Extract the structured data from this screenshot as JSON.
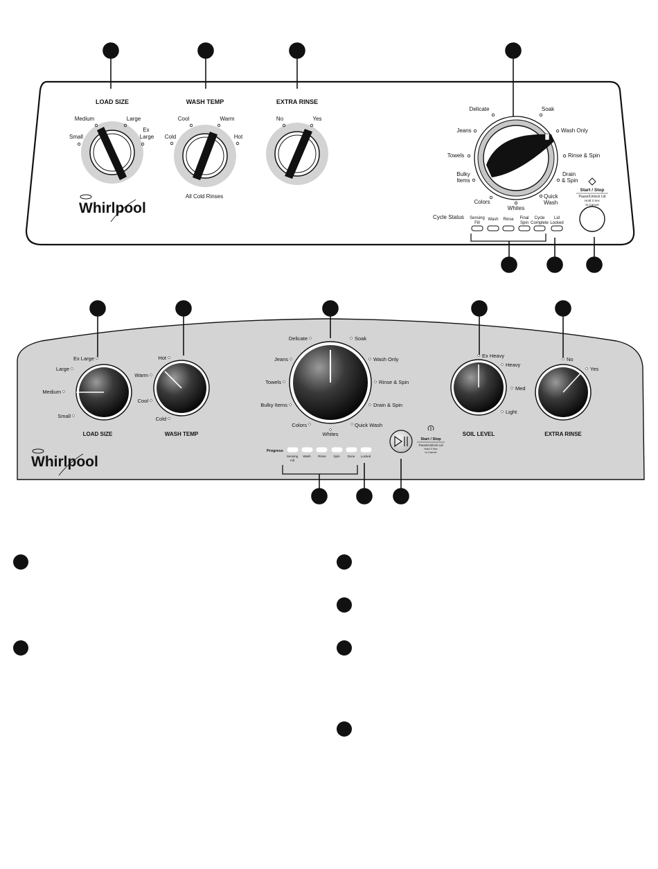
{
  "panel1": {
    "knobs": {
      "load_size": {
        "title": "LOAD SIZE",
        "small": "Small",
        "medium": "Medium",
        "large": "Large",
        "ex": "Ex",
        "large2": "Large"
      },
      "wash_temp": {
        "title": "WASH TEMP",
        "cold": "Cold",
        "cool": "Cool",
        "warm": "Warm",
        "hot": "Hot",
        "note": "All Cold Rinses"
      },
      "extra_rinse": {
        "title": "EXTRA RINSE",
        "no": "No",
        "yes": "Yes"
      }
    },
    "brand": "Whirlpool",
    "cycles": {
      "delicate": "Delicate",
      "soak": "Soak",
      "jeans": "Jeans",
      "wash_only": "Wash Only",
      "towels": "Towels",
      "rinse_spin": "Rinse & Spin",
      "bulky1": "Bulky",
      "bulky2": "Items",
      "drain1": "Drain",
      "drain2": "& Spin",
      "colors": "Colors",
      "whites": "Whites",
      "quick1": "Quick",
      "quick2": "Wash"
    },
    "cycle_status": {
      "label": "Cycle Status",
      "sensing1": "Sensing",
      "sensing2": "Fill",
      "wash": "Wash",
      "rinse": "Rinse",
      "final1": "Final",
      "final2": "Spin",
      "cycle1": "Cycle",
      "cycle2": "Complete",
      "lid1": "Lid",
      "lid2": "Locked"
    },
    "start": {
      "title": "Start / Stop",
      "line1": "Pause/Unlock Lid",
      "line2": "Hold 3 Sec",
      "line3": "to Cancel"
    }
  },
  "panel2": {
    "load_size": {
      "title": "LOAD SIZE",
      "ex_large": "Ex Large",
      "large": "Large",
      "medium": "Medium",
      "small": "Small"
    },
    "wash_temp": {
      "title": "WASH TEMP",
      "hot": "Hot",
      "warm": "Warm",
      "cool": "Cool",
      "cold": "Cold"
    },
    "cycles": {
      "delicate": "Delicate",
      "soak": "Soak",
      "jeans": "Jeans",
      "wash_only": "Wash Only",
      "towels": "Towels",
      "rinse_spin": "Rinse & Spin",
      "bulky": "Bulky Items",
      "drain_spin": "Drain & Spin",
      "colors": "Colors",
      "whites": "Whites",
      "quick_wash": "Quick Wash"
    },
    "soil": {
      "title": "SOIL LEVEL",
      "ex_heavy": "Ex Heavy",
      "heavy": "Heavy",
      "med": "Med",
      "light": "Light"
    },
    "extra_rinse": {
      "title": "EXTRA RINSE",
      "no": "No",
      "yes": "Yes"
    },
    "brand": "Whirlpool",
    "progress": {
      "label": "Progress",
      "sensing1": "Sensing",
      "sensing2": "Fill",
      "wash": "Wash",
      "rinse": "Rinse",
      "spin": "Spin",
      "done": "Done",
      "locked": "Locked"
    },
    "start": {
      "title": "Start / Stop",
      "line1": "Pause/Unlock Lid",
      "line2": "Hold 3 Sec",
      "line3": "to Cancel"
    }
  }
}
